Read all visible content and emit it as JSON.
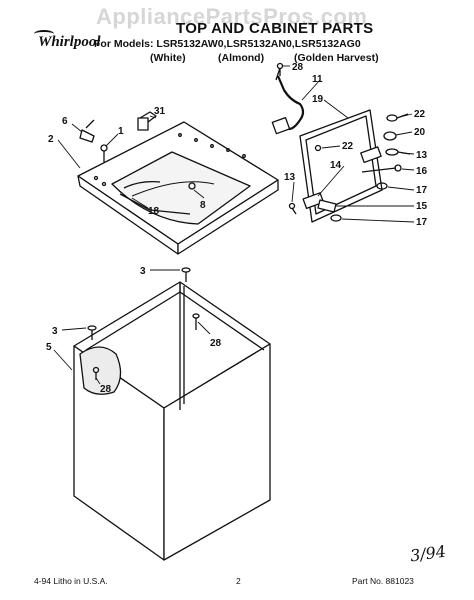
{
  "watermark": "AppliancePartsPros.com",
  "brand": "Whirlpool",
  "header": {
    "title": "TOP AND CABINET PARTS",
    "models": "For Models: LSR5132AW0,LSR5132AN0,LSR5132AG0",
    "variants": [
      "(White)",
      "(Almond)",
      "(Golden Harvest)"
    ]
  },
  "callouts": [
    "28",
    "11",
    "19",
    "22",
    "20",
    "13",
    "16",
    "17",
    "15",
    "17",
    "22",
    "14",
    "13",
    "31",
    "6",
    "1",
    "2",
    "18",
    "8",
    "3",
    "28",
    "3",
    "5",
    "28"
  ],
  "footer": {
    "left": "4-94  Litho in U.S.A.",
    "page": "2",
    "right": "Part No. 881023"
  },
  "hand_note": "3/94"
}
